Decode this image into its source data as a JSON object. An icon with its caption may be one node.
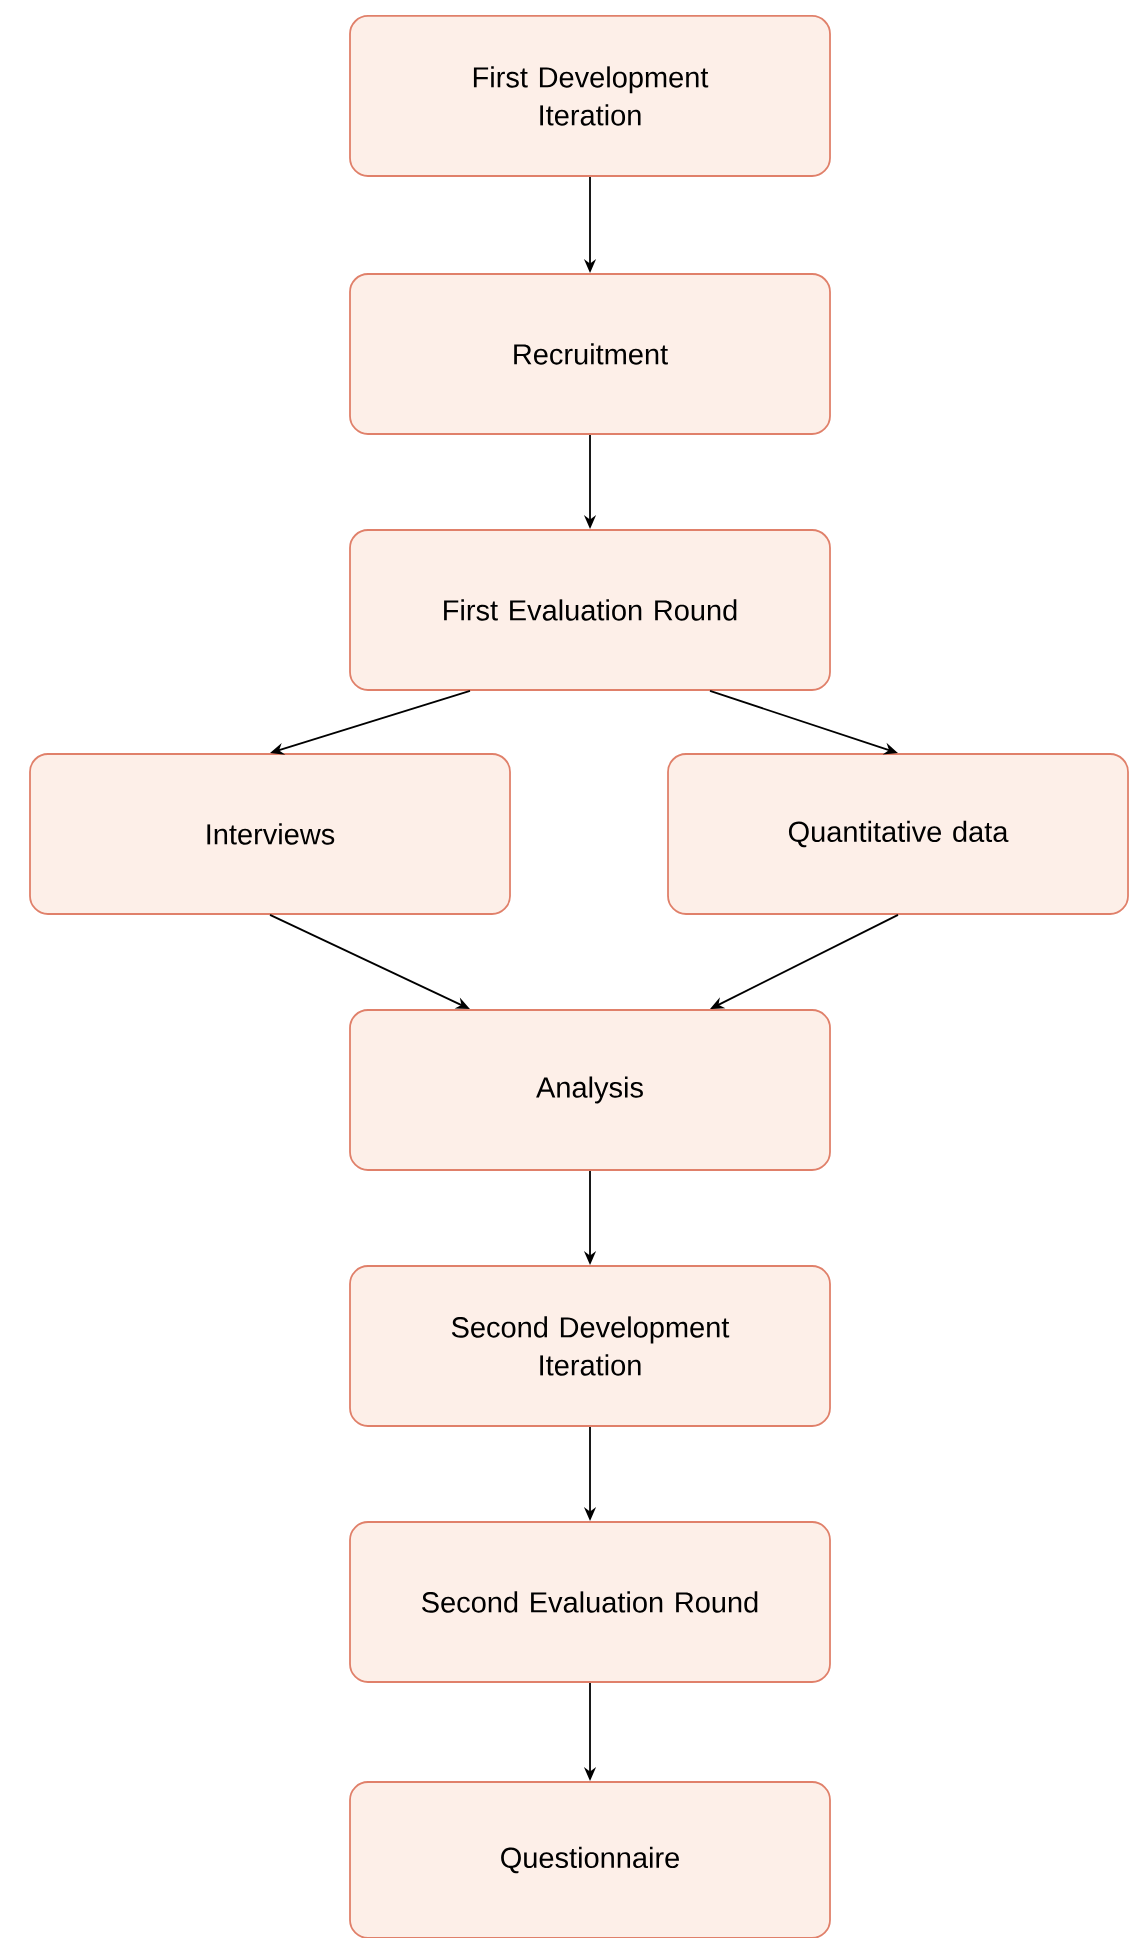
{
  "diagram": {
    "nodes": [
      {
        "text": [
          "First Development Iteration"
        ]
      },
      {
        "text": [
          "Recruitment"
        ]
      },
      {
        "text": [
          "First Evaluation Round"
        ]
      },
      {
        "text": [
          "Interviews"
        ]
      },
      {
        "text": [
          "Quantitative data"
        ]
      },
      {
        "text": [
          "Analysis"
        ]
      },
      {
        "text": [
          "Second Development Iteration"
        ]
      },
      {
        "text": [
          "Second Evaluation Round"
        ]
      },
      {
        "text": [
          "Questionnaire"
        ]
      }
    ],
    "edges": [
      {
        "from": 0,
        "to": 1,
        "arrow": "to"
      },
      {
        "from": 1,
        "to": 2,
        "arrow": "to"
      },
      {
        "from": 2,
        "to": 3,
        "arrow": "to"
      },
      {
        "from": 2,
        "to": 4,
        "arrow": "to"
      },
      {
        "from": 3,
        "to": 5,
        "arrow": "to"
      },
      {
        "from": 4,
        "to": 5,
        "arrow": "to"
      },
      {
        "from": 5,
        "to": 6,
        "arrow": "to"
      },
      {
        "from": 6,
        "to": 7,
        "arrow": "to"
      },
      {
        "from": 7,
        "to": 8,
        "arrow": "to"
      }
    ]
  }
}
